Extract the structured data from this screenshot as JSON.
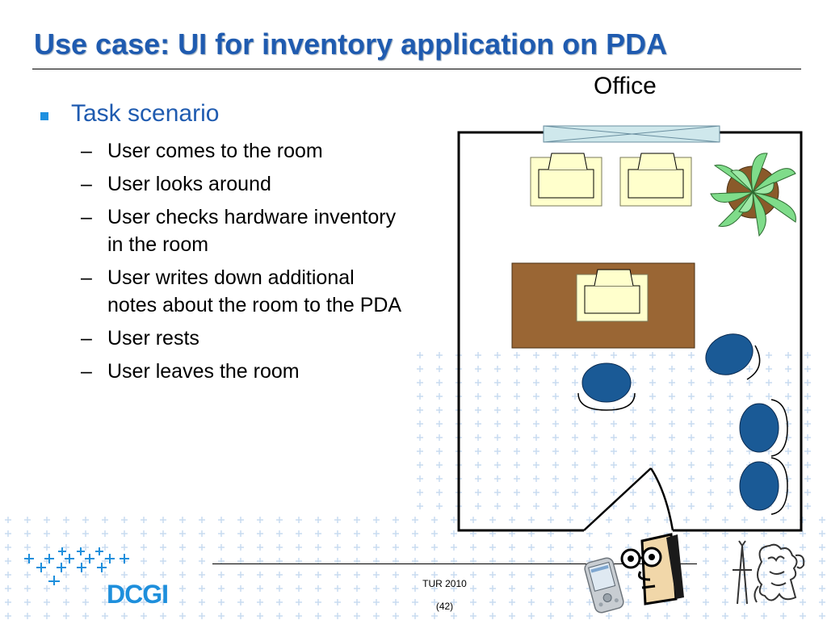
{
  "slide": {
    "title": "Use case: UI for inventory application on PDA",
    "bullet": "Task scenario",
    "dash": "–",
    "items": [
      "User comes to the room",
      "User looks around",
      "User checks hardware inventory in the room",
      "User writes down additional notes about the room to the PDA",
      "User rests",
      "User leaves the room"
    ]
  },
  "figure": {
    "label": "Office"
  },
  "footer": {
    "course": "TUR 2010",
    "page": "(42)",
    "logo_text": "DCGI"
  },
  "colors": {
    "title": "#1f5bb0",
    "bullet": "#1e90e0",
    "logo": "#1e8fdc",
    "chair": "#1a5a96",
    "table": "#9a6634",
    "monitor": "#ffffcc",
    "plant": "#7fdc8a",
    "grid_cross": "#c9dcf0"
  },
  "icons": {
    "bullet": "square-bullet-icon",
    "pda": "pda-device-icon",
    "mascot": "mascot-face-icon",
    "emblem": "university-emblem-icon"
  }
}
